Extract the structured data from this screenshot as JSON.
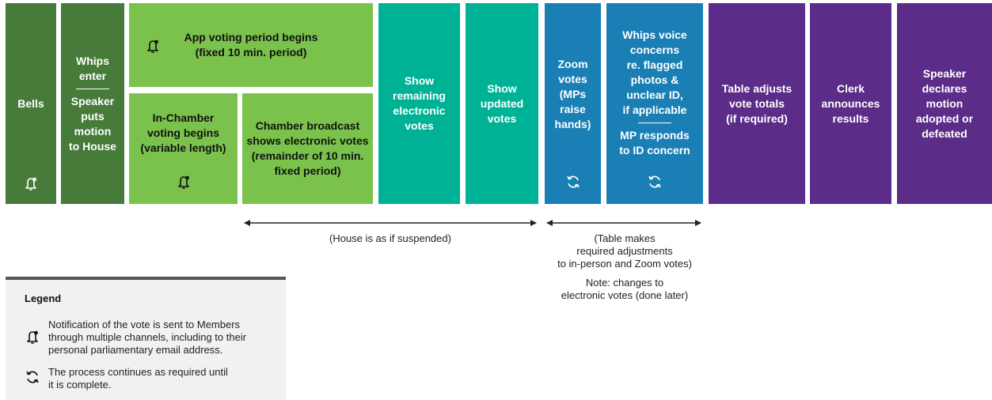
{
  "steps": {
    "bells": "Bells",
    "whips_enter": "Whips\nenter",
    "speaker_puts": "Speaker\nputs\nmotion\nto House",
    "app_voting": "App voting period begins\n(fixed 10 min. period)",
    "in_chamber": "In-Chamber\nvoting begins\n(variable length)",
    "broadcast": "Chamber broadcast\nshows electronic votes\n(remainder of 10 min.\nfixed period)",
    "show_remaining": "Show\nremaining\nelectronic\nvotes",
    "show_updated": "Show\nupdated\nvotes",
    "zoom_votes": "Zoom\nvotes\n(MPs\nraise\nhands)",
    "whips_voice": "Whips voice\nconcerns\nre. flagged\nphotos &\nunclear ID,\nif applicable",
    "mp_responds": "MP responds\nto ID concern",
    "table_adjusts": "Table adjusts\nvote totals\n(if required)",
    "clerk": "Clerk\nannounces\nresults",
    "speaker_declares": "Speaker\ndeclares\nmotion\nadopted or\ndefeated"
  },
  "annotations": {
    "house_suspended": "(House is as if suspended)",
    "table_makes": "(Table makes\nrequired adjustments\nto in-person and Zoom votes)",
    "note_changes": "Note: changes to\nelectronic votes (done later)"
  },
  "legend": {
    "title": "Legend",
    "bell_text": "Notification of the vote is sent to Members\nthrough multiple channels, including to their\npersonal parliamentary email address.",
    "cycle_text": "The process continues as required until\nit is complete."
  },
  "icons": {
    "notification": "bell-icon",
    "process_repeat": "cycle-icon"
  },
  "colors": {
    "dark_green": "#467b3a",
    "light_green": "#7ac24b",
    "teal": "#00b295",
    "blue": "#1a7fb4",
    "purple": "#5b2c88"
  }
}
